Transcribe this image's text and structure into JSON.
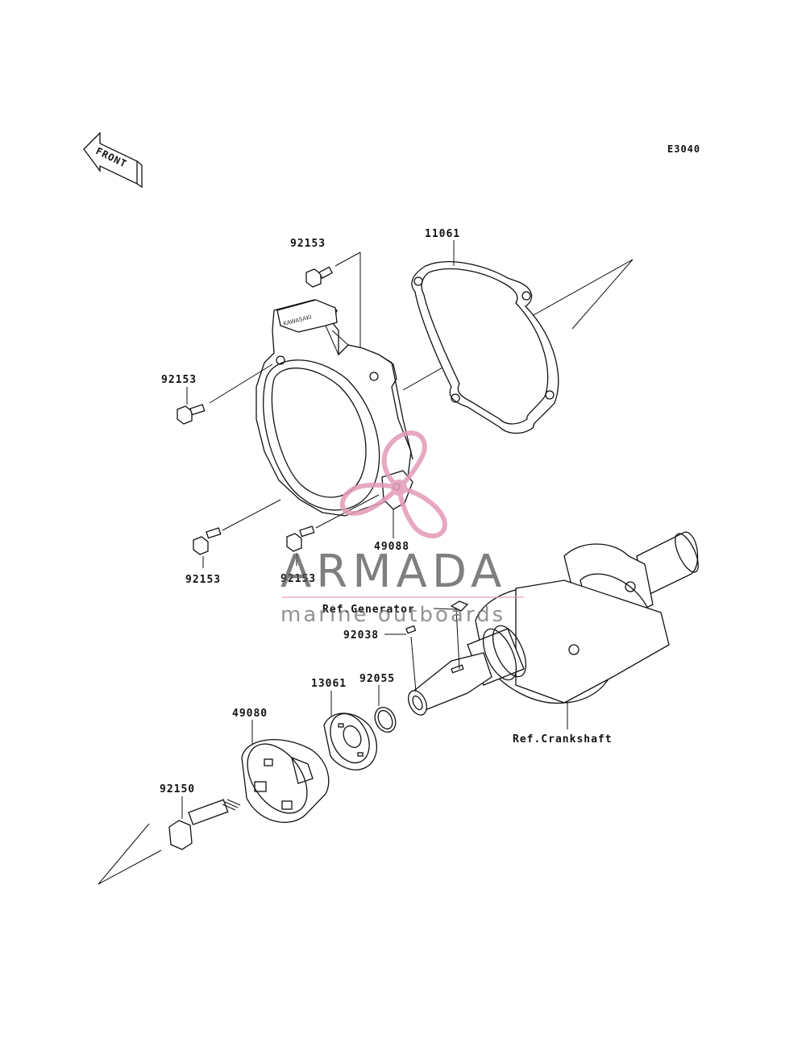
{
  "diagram": {
    "code": "E3040",
    "front_label": "FRONT",
    "parts": {
      "bolt_top": "92153",
      "gasket": "11061",
      "bolt_left": "92153",
      "plate": "49088",
      "bolt_bottom_left": "92153",
      "bolt_bottom_mid": "92153",
      "key": "92038",
      "ring": "92055",
      "pulley": "13061",
      "cup": "49080",
      "main_bolt": "92150"
    },
    "refs": {
      "generator": "Ref.Generator",
      "crankshaft": "Ref.Crankshaft"
    }
  },
  "watermark": {
    "brand": "ARMADA",
    "tagline": "marine outboards",
    "color_pink": "#e39ab8",
    "color_gray": "#555555"
  }
}
